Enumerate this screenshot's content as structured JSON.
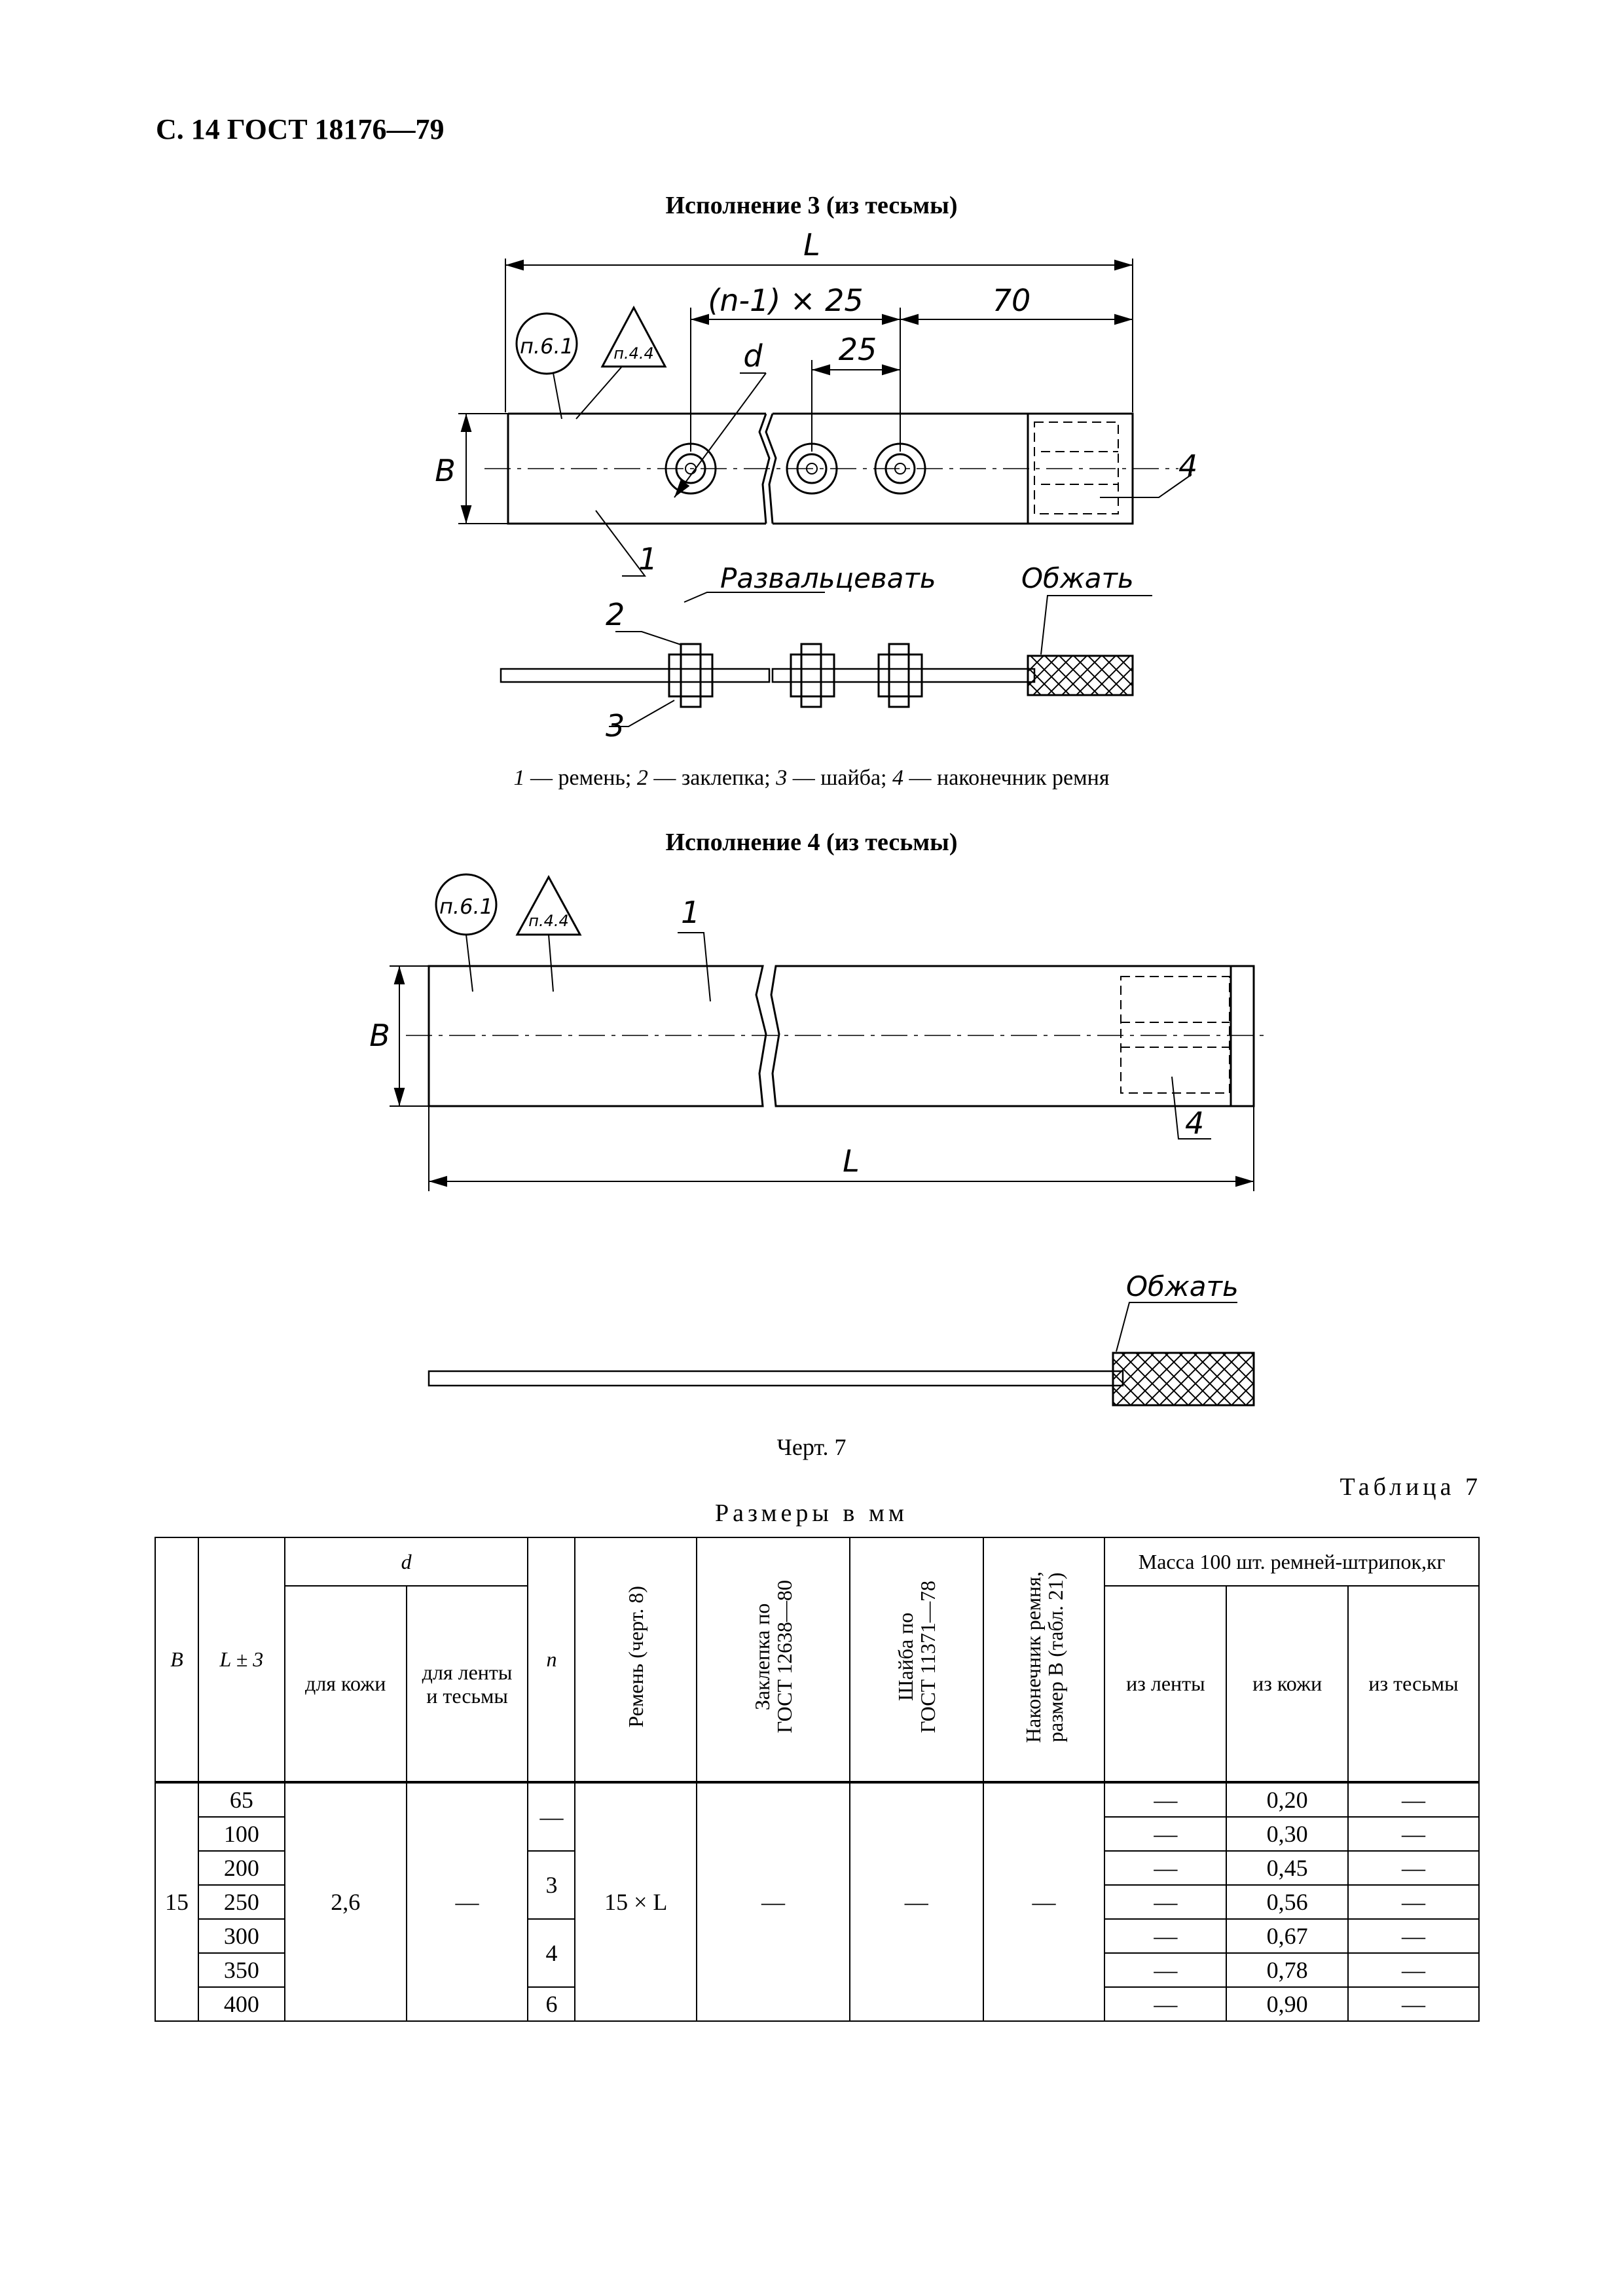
{
  "header": "С. 14 ГОСТ 18176—79",
  "fig3": {
    "title": "Исполнение 3 (из тесьмы)",
    "dim_L": "L",
    "dim_pitch": "(n-1) × 25",
    "dim_end": "70",
    "dim_25": "25",
    "dim_d": "d",
    "dim_B": "B",
    "mark_61": "п.6.1",
    "mark_44": "п.4.4",
    "pos1": "1",
    "pos2": "2",
    "pos3": "3",
    "pos4": "4",
    "note_flare": "Развальцевать",
    "note_crimp": "Обжать"
  },
  "legend": {
    "n1": "1",
    "t1": " — ремень; ",
    "n2": "2",
    "t2": " — заклепка; ",
    "n3": "3",
    "t3": " — шайба; ",
    "n4": "4",
    "t4": " — наконечник ремня"
  },
  "fig4": {
    "title": "Исполнение 4 (из тесьмы)",
    "mark_61": "п.6.1",
    "mark_44": "п.4.4",
    "pos1": "1",
    "pos4": "4",
    "dim_B": "B",
    "dim_L": "L",
    "note_crimp": "Обжать"
  },
  "caption": "Черт. 7",
  "table": {
    "label": "Таблица 7",
    "units": "Размеры в мм",
    "headers": {
      "B": "B",
      "L": "L ± 3",
      "d": "d",
      "d_leather": "для кожи",
      "d_tape": "для ленты\nи тесьмы",
      "n": "n",
      "belt": "Ремень (черт. 8)",
      "rivet": "Заклепка по\nГОСТ 12638—80",
      "washer": "Шайба по\nГОСТ 11371—78",
      "tip": "Наконечник ремня,\nразмер B (табл. 21)",
      "mass": "Масса 100 шт. ремней-штрипок,кг",
      "m_tape": "из ленты",
      "m_leather": "из кожи",
      "m_webbing": "из тесьмы"
    },
    "B_value": "15",
    "d_leather_value": "2,6",
    "d_tape_value": "—",
    "belt_value": "15 × L",
    "rivet_value": "—",
    "washer_value": "—",
    "tip_value": "—",
    "rows": [
      {
        "L": "65",
        "m_tape": "—",
        "m_leather": "0,20",
        "m_webbing": "—"
      },
      {
        "L": "100",
        "m_tape": "—",
        "m_leather": "0,30",
        "m_webbing": "—"
      },
      {
        "L": "200",
        "m_tape": "—",
        "m_leather": "0,45",
        "m_webbing": "—"
      },
      {
        "L": "250",
        "m_tape": "—",
        "m_leather": "0,56",
        "m_webbing": "—"
      },
      {
        "L": "300",
        "m_tape": "—",
        "m_leather": "0,67",
        "m_webbing": "—"
      },
      {
        "L": "350",
        "m_tape": "—",
        "m_leather": "0,78",
        "m_webbing": "—"
      },
      {
        "L": "400",
        "m_tape": "—",
        "m_leather": "0,90",
        "m_webbing": "—"
      }
    ],
    "n_values": [
      "—",
      "3",
      "4",
      "6"
    ]
  }
}
